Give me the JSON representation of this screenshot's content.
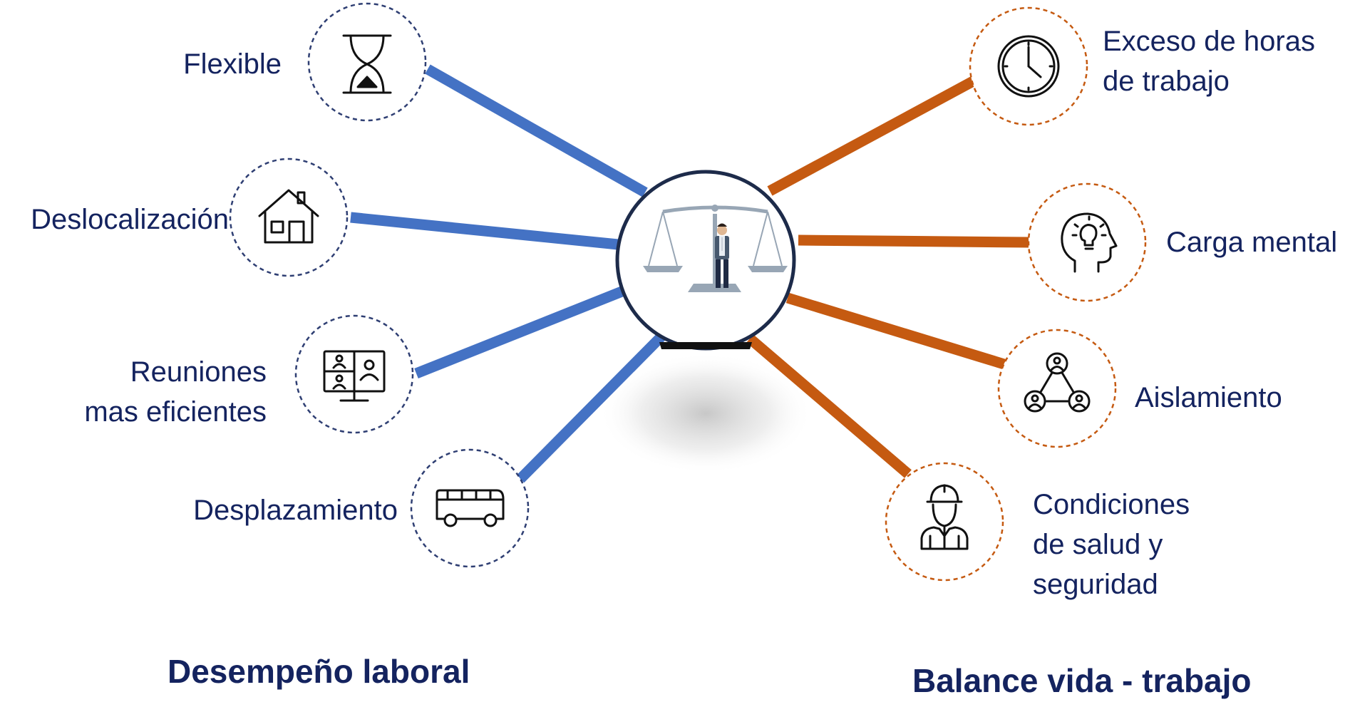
{
  "colors": {
    "blue": "#4472c4",
    "orange": "#c55a11",
    "text": "#14235f",
    "navy_dash": "#2f3f73"
  },
  "left_group": {
    "title": "Desempeño laboral",
    "items": [
      {
        "lines": [
          "Flexible"
        ],
        "icon": "hourglass-icon"
      },
      {
        "lines": [
          "Deslocalización"
        ],
        "icon": "house-icon"
      },
      {
        "lines": [
          "Reuniones",
          "mas eficientes"
        ],
        "icon": "video-meeting-icon"
      },
      {
        "lines": [
          "Desplazamiento"
        ],
        "icon": "bus-icon"
      }
    ]
  },
  "right_group": {
    "title": "Balance vida - trabajo",
    "items": [
      {
        "lines": [
          "Exceso de horas",
          "de trabajo"
        ],
        "icon": "clock-icon"
      },
      {
        "lines": [
          "Carga mental"
        ],
        "icon": "head-lightbulb-icon"
      },
      {
        "lines": [
          "Aislamiento"
        ],
        "icon": "people-network-icon"
      },
      {
        "lines": [
          "Condiciones",
          "de salud y",
          "seguridad"
        ],
        "icon": "worker-helmet-icon"
      }
    ]
  },
  "center": {
    "icon": "balance-scale-person-icon"
  }
}
